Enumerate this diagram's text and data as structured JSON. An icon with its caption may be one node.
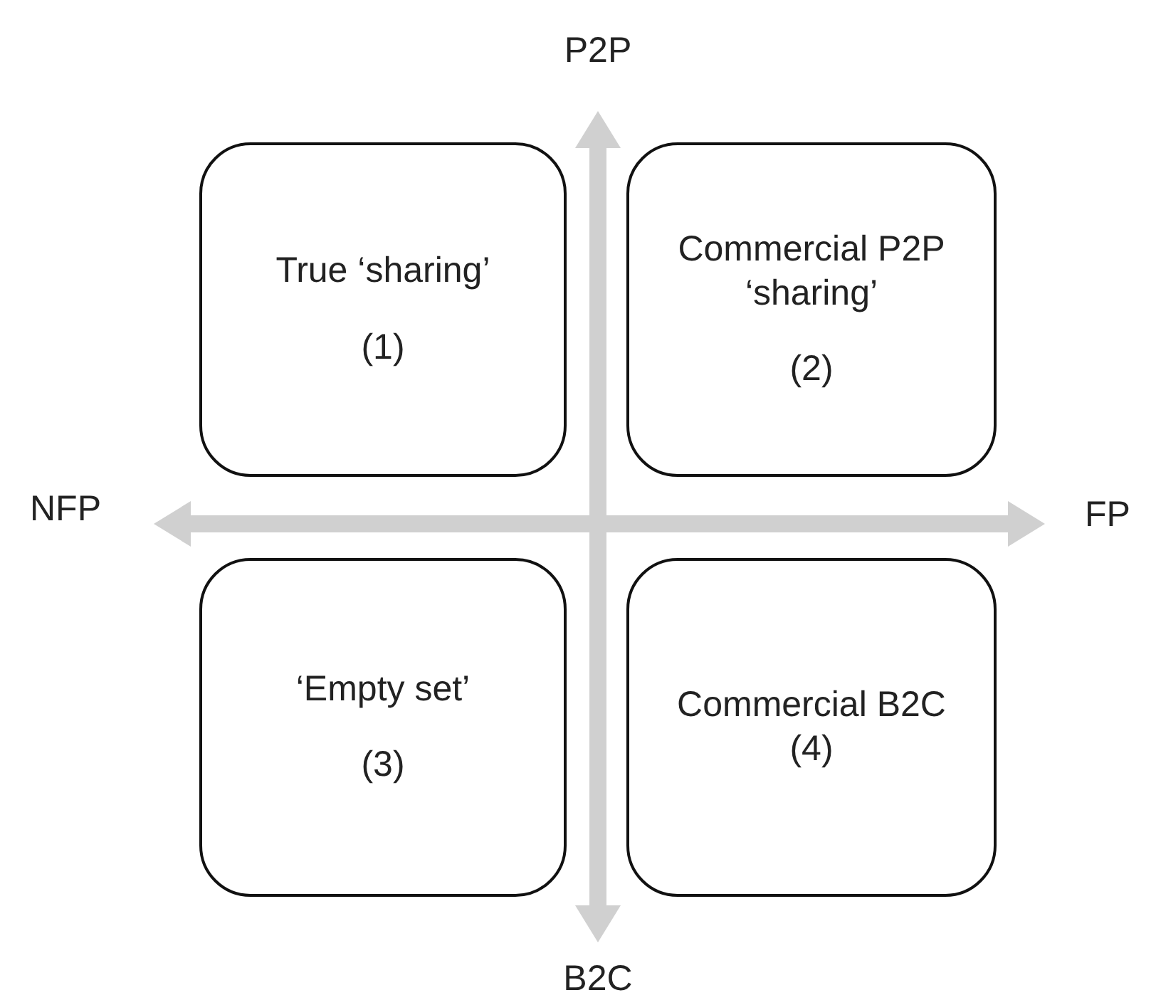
{
  "diagram": {
    "nodes": [
      {
        "text": [
          "True ‘sharing’",
          "(1)"
        ]
      },
      {
        "text": [
          "Commercial P2P ‘sharing’",
          "(2)"
        ]
      },
      {
        "text": [
          "‘Empty set’",
          "(3)"
        ]
      },
      {
        "text": [
          "Commercial B2C (4)"
        ]
      }
    ],
    "edges": [],
    "labels": [
      "P2P",
      "NFP",
      "FP",
      "B2C"
    ]
  }
}
